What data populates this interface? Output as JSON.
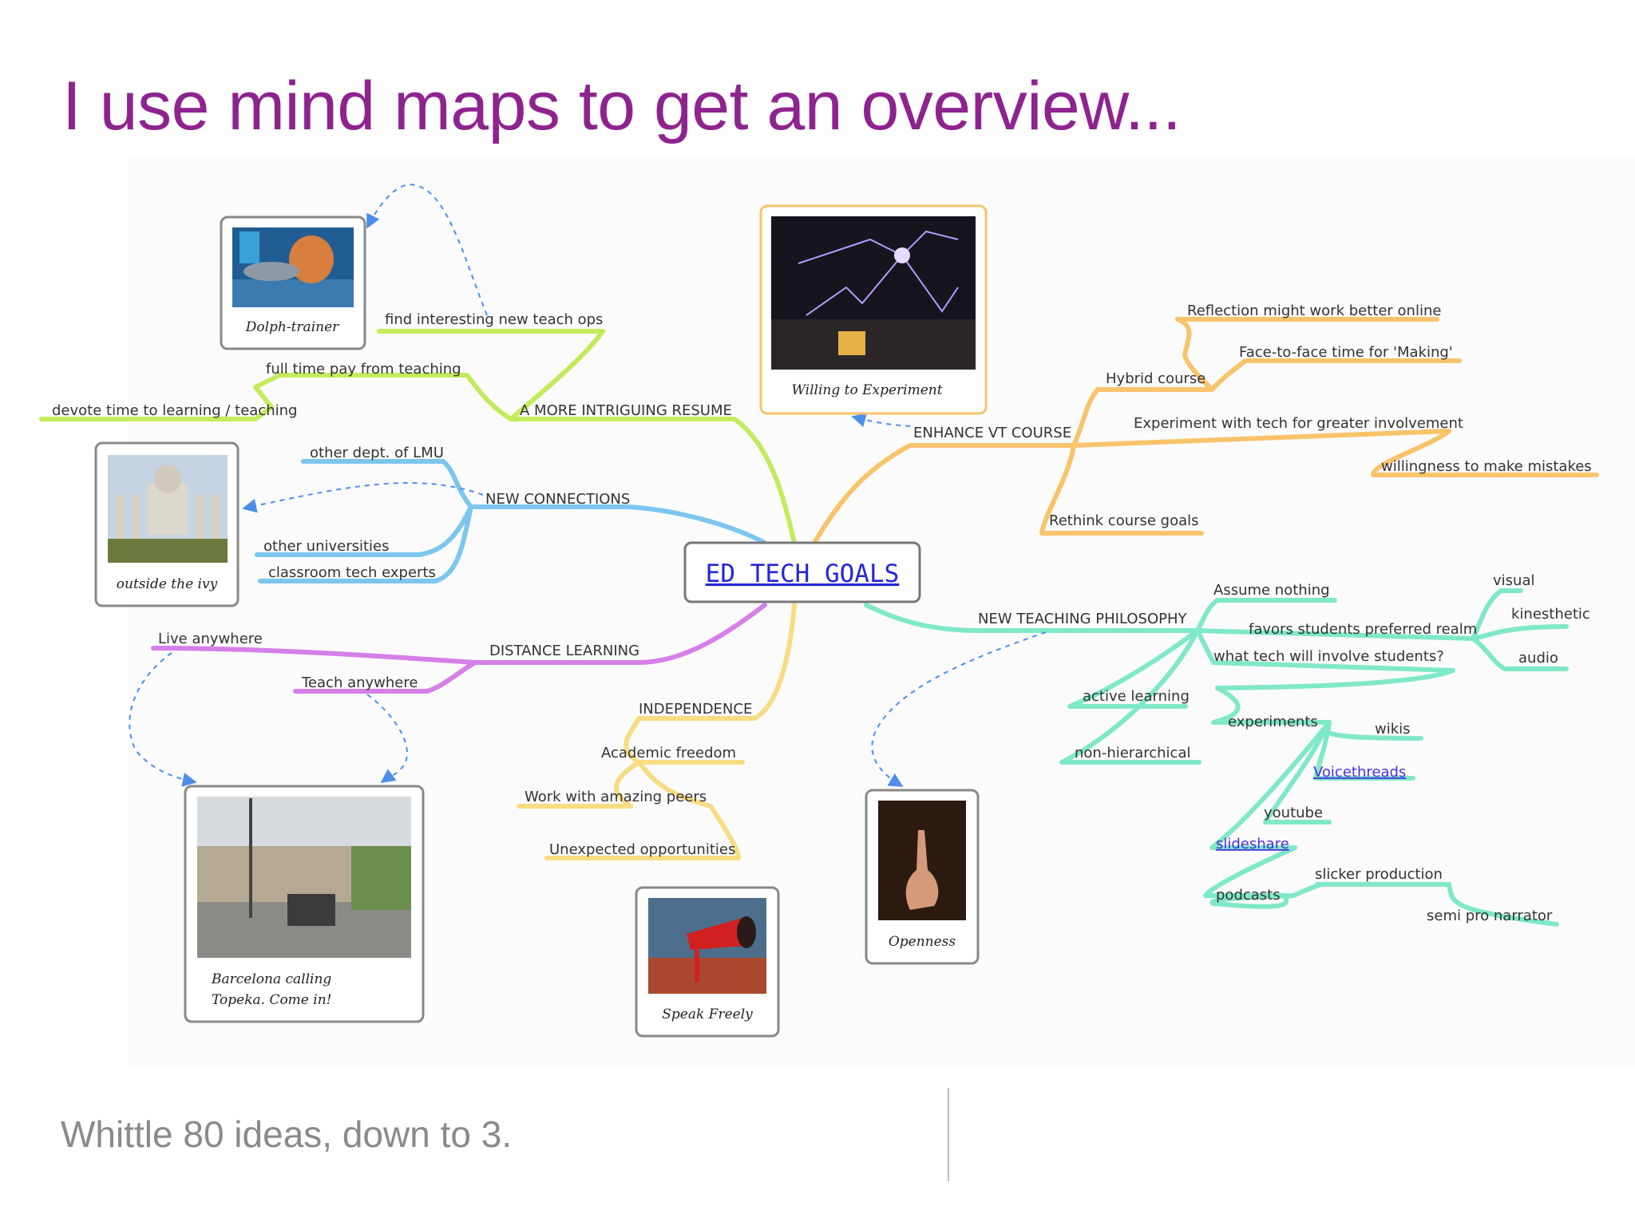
{
  "title": "I use mind maps to get an overview...",
  "caption": "Whittle 80 ideas, down to 3.",
  "colors": {
    "title": "#8e238f",
    "caption": "#8a8a8a",
    "resume": "#c2ec5c",
    "connections": "#7cc5ef",
    "distance": "#d57fe8",
    "independence": "#f7dc82",
    "enhance": "#f8c36a",
    "philosophy": "#7fe8c8",
    "dashed_link": "#4d8fe8",
    "center_text": "#2525d6"
  },
  "central_topic": {
    "label": "ED TECH GOALS"
  },
  "branches": {
    "resume": {
      "label": "A MORE INTRIGUING RESUME",
      "children": [
        "find interesting new teach ops",
        "full time pay from teaching",
        "devote time to learning / teaching"
      ]
    },
    "connections": {
      "label": "NEW CONNECTIONS",
      "children": [
        "other dept. of LMU",
        "other universities",
        "classroom tech experts"
      ]
    },
    "distance": {
      "label": "DISTANCE LEARNING",
      "children": [
        "Live anywhere",
        "Teach anywhere"
      ]
    },
    "independence": {
      "label": "INDEPENDENCE",
      "children": [
        "Academic freedom",
        "Work with amazing peers",
        "Unexpected opportunities"
      ]
    },
    "enhance": {
      "label": "ENHANCE VT COURSE",
      "hybrid": "Hybrid course",
      "reflection": "Reflection might work better online",
      "facetime": "Face-to-face time for 'Making'",
      "experiment": "Experiment with tech for greater involvement",
      "mistakes": "willingness to make mistakes",
      "rethink": "Rethink course goals"
    },
    "philosophy": {
      "label": "NEW TEACHING PHILOSOPHY",
      "assume": "Assume nothing",
      "favors": "favors students preferred realm",
      "visual": "visual",
      "kinesthetic": "kinesthetic",
      "audio": "audio",
      "involve": "what tech will involve students?",
      "active": "active learning",
      "nonhier": "non-hierarchical",
      "experiments": "experiments",
      "wikis": "wikis",
      "voicethreads": "Voicethreads",
      "youtube": "youtube",
      "slideshare": "slideshare",
      "podcasts": "podcasts",
      "slicker": "slicker production",
      "narrator": "semi pro narrator"
    }
  },
  "image_cards": {
    "dolph": {
      "caption": "Dolph-trainer"
    },
    "experiment": {
      "caption": "Willing to Experiment"
    },
    "ivy": {
      "caption": "outside the ivy"
    },
    "barcelona": {
      "caption_line1": "Barcelona calling",
      "caption_line2": "Topeka. Come in!"
    },
    "speak": {
      "caption": "Speak Freely"
    },
    "openness": {
      "caption": "Openness"
    }
  }
}
